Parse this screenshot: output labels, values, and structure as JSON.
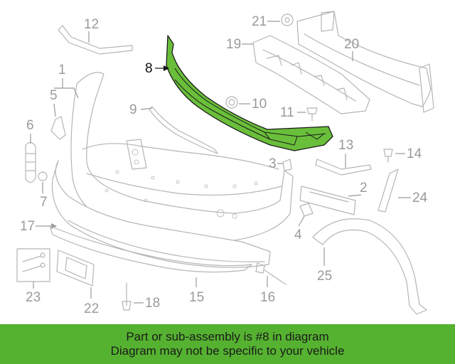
{
  "diagram": {
    "highlight_color": "#6abf3a",
    "callouts": {
      "c2": "2",
      "c3": "3",
      "c4": "4",
      "c5": "5",
      "c6": "6",
      "c7": "7",
      "c8": "8",
      "c9": "9",
      "c10": "10",
      "c11": "11",
      "c12": "12",
      "c13": "13",
      "c14": "14",
      "c15": "15",
      "c16": "16",
      "c17": "17",
      "c18": "18",
      "c19": "19",
      "c20": "20",
      "c21": "21",
      "c22": "22",
      "c23": "23",
      "c24": "24",
      "c25": "25",
      "c1": "1"
    }
  },
  "banner": {
    "background": "#55b230",
    "line1": "Part or sub-assembly is #8 in diagram",
    "line2": "Diagram may not be specific to your vehicle"
  }
}
